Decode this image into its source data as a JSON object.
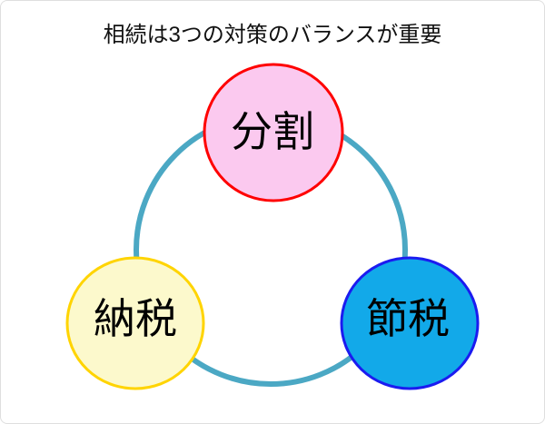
{
  "title": "相続は3つの対策のバランスが重要",
  "diagram": {
    "type": "cycle",
    "ring_color": "#4BA8C4",
    "text_color": "#000000",
    "nodes": [
      {
        "label": "分割",
        "position": "top",
        "fill": "#FBC9EF",
        "border_color": "#FF0000"
      },
      {
        "label": "納税",
        "position": "bottom-left",
        "fill": "#FCF9CC",
        "border_color": "#FFD400"
      },
      {
        "label": "節税",
        "position": "bottom-right",
        "fill": "#12A9E9",
        "border_color": "#1B1BF0"
      }
    ]
  }
}
